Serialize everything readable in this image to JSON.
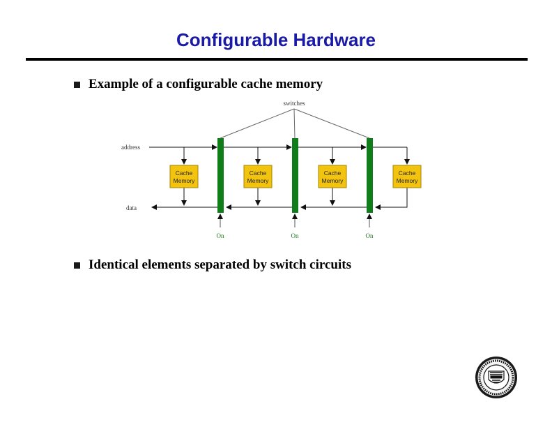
{
  "slide": {
    "title": "Configurable Hardware",
    "bullets": [
      "Example of a configurable cache memory",
      "Identical elements separated by switch circuits"
    ]
  },
  "diagram": {
    "switches_label": "switches",
    "address_label": "address",
    "data_label": "data",
    "cache_line1": "Cache",
    "cache_line2": "Memory",
    "switch_state": "On",
    "cache_fill": "#f2c40f",
    "switch_fill": "#0f7d1a"
  },
  "colors": {
    "title": "#1a1aa6",
    "rule": "#000000"
  },
  "logo": {
    "name": "university-seal"
  }
}
